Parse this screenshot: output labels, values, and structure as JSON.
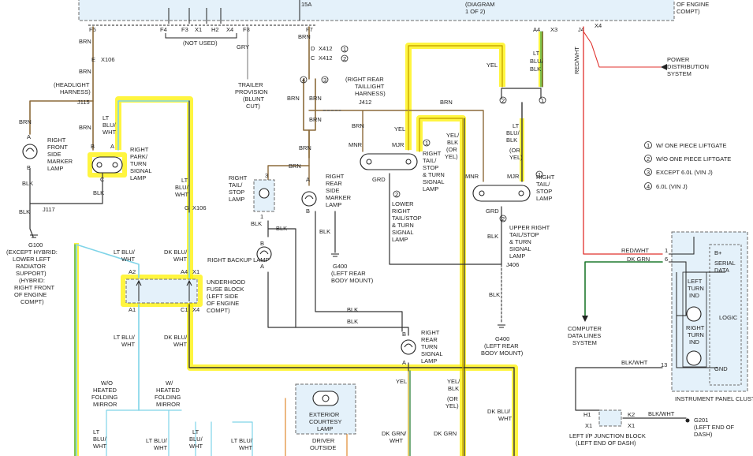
{
  "top": {
    "fuse": "15A",
    "diagram_ref": [
      "(DIAGRAM",
      "1 OF 2)"
    ],
    "engine_ref": [
      "OF ENGINE",
      "COMPT)"
    ],
    "conns_left": [
      "F5",
      "F4",
      "F3",
      "X1",
      "H2",
      "X4",
      "F8",
      "F7"
    ],
    "not_used": "(NOT USED)",
    "conns_right": [
      "A4",
      "X3",
      "J4",
      "X4"
    ]
  },
  "wires": {
    "brn": "BRN",
    "gry": "GRY",
    "blk": "BLK",
    "yel": "YEL",
    "lt_blu_blk": [
      "LT",
      "BLU/",
      "BLK"
    ],
    "red_wht": "RED/WHT",
    "lt_blu_wht": [
      "LT",
      "BLU/",
      "WHT"
    ],
    "lt_blu_wht2": [
      "LT BLU/",
      "WHT"
    ],
    "dk_blu_wht": [
      "DK BLU/",
      "WHT"
    ],
    "yel_blk_or_yel": [
      "YEL/",
      "BLK",
      "(OR",
      "YEL)"
    ],
    "lt_blu_blk_or_yel": [
      "LT",
      "BLU/",
      "BLK",
      "(OR",
      "YEL)"
    ],
    "dk_grn": "DK GRN",
    "dk_grn_wht": [
      "DK GRN/",
      "WHT"
    ],
    "blk_wht": "BLK/WHT"
  },
  "connectors": {
    "e_x106": [
      "E",
      "X106"
    ],
    "d_x412": [
      "D",
      "X412"
    ],
    "c_x412": [
      "C",
      "X412"
    ],
    "g_x106": [
      "G",
      "X106"
    ],
    "j115": "J115",
    "j412": "J412",
    "j117": "J117",
    "j406": "J406",
    "circle1": "1",
    "circle2": "2",
    "circle3": "3",
    "circle4": "4"
  },
  "labels": {
    "headlight_harness": [
      "(HEADLIGHT",
      "HARNESS)"
    ],
    "trailer": [
      "TRAILER",
      "PROVISION",
      "(BLUNT",
      "CUT)"
    ],
    "rr_taillight_harness": [
      "(RIGHT REAR",
      "TAILLIGHT",
      "HARNESS)"
    ],
    "power_dist": [
      "POWER",
      "DISTRIBUTION",
      "SYSTEM"
    ],
    "rf_side_marker": [
      "RIGHT",
      "FRONT",
      "SIDE",
      "MARKER",
      "LAMP"
    ],
    "right_park": [
      "RIGHT",
      "PARK/",
      "TURN",
      "SIGNAL",
      "LAMP"
    ],
    "right_tail_stop_3": [
      "RIGHT",
      "TAIL/",
      "STOP",
      "LAMP"
    ],
    "rr_side_marker": [
      "RIGHT",
      "REAR",
      "SIDE",
      "MARKER",
      "LAMP"
    ],
    "right_tail_stop_turn_1": [
      "RIGHT",
      "TAIL/",
      "STOP",
      "& TURN",
      "SIGNAL",
      "LAMP"
    ],
    "lower_right": [
      "LOWER",
      "RIGHT",
      "TAIL/STOP",
      "& TURN",
      "SIGNAL",
      "LAMP"
    ],
    "right_tail_stop_2": [
      "RIGHT",
      "TAIL/",
      "STOP",
      "LAMP"
    ],
    "upper_right": [
      "UPPER RIGHT",
      "TAIL/STOP",
      "& TURN",
      "SIGNAL",
      "LAMP"
    ],
    "right_backup": "RIGHT BACKUP LAMP",
    "g400_left_rear_1": [
      "G400",
      "(LEFT REAR",
      "BODY MOUNT)"
    ],
    "g400_left_rear_2": [
      "G400",
      "(LEFT REAR",
      "BODY MOUNT)"
    ],
    "g100": [
      "G100",
      "(EXCEPT HYBRID:",
      "LOWER LEFT",
      "RADIATOR",
      "SUPPORT)",
      "(HYBRID:",
      "RIGHT FRONT",
      "OF ENGINE",
      "COMPT)"
    ],
    "underhood": [
      "UNDERHOOD",
      "FUSE BLOCK",
      "(LEFT SIDE",
      "OF ENGINE",
      "COMPT)"
    ],
    "rr_turn": [
      "RIGHT",
      "REAR",
      "TURN",
      "SIGNAL",
      "LAMP"
    ],
    "computer_data": [
      "COMPUTER",
      "DATA LINES",
      "SYSTEM"
    ],
    "wo_heated": [
      "W/O",
      "HEATED",
      "FOLDING",
      "MIRROR"
    ],
    "w_heated": [
      "W/",
      "HEATED",
      "FOLDING",
      "MIRROR"
    ],
    "ext_courtesy": [
      "EXTERIOR",
      "COURTESY",
      "LAMP"
    ],
    "driver_outside": [
      "DRIVER",
      "OUTSIDE"
    ],
    "cluster": "INSTRUMENT PANEL CLUSTER",
    "b_plus": "B+",
    "serial": [
      "SERIAL",
      "DATA"
    ],
    "left_turn_ind": [
      "LEFT",
      "TURN",
      "IND"
    ],
    "right_turn_ind": [
      "RIGHT",
      "TURN",
      "IND"
    ],
    "logic": "LOGIC",
    "gnd": "GND",
    "junction_block": [
      "LEFT I/P JUNCTION BLOCK",
      "(LEFT END OF DASH)"
    ],
    "g201": [
      "G201",
      "(LEFT END OF",
      "DASH)"
    ],
    "pins": {
      "a": "A",
      "b": "B",
      "c": "C",
      "a1": "A1",
      "a2": "A2",
      "a4": "A4",
      "c1": "C1",
      "x1": "X1",
      "x4": "X4",
      "h1": "H1",
      "k2": "K2",
      "grd": "GRD",
      "mnr": "MNR",
      "mjr": "MJR",
      "p1": "1",
      "p4": "4",
      "p6": "6",
      "p13": "13",
      "p3": "3"
    }
  },
  "legend": [
    {
      "num": "1",
      "text": "W/ ONE PIECE LIFTGATE"
    },
    {
      "num": "2",
      "text": "W/O ONE PIECE LIFTGATE"
    },
    {
      "num": "3",
      "text": "EXCEPT 6.0L (VIN J)"
    },
    {
      "num": "4",
      "text": "6.0L (VIN J)"
    }
  ],
  "colors": {
    "highlight": "#fff200",
    "brn": "#8b6a3a",
    "lt_blu": "#7fd4e8",
    "red": "#e0302c",
    "green": "#1f7a2e",
    "black": "#333333"
  }
}
